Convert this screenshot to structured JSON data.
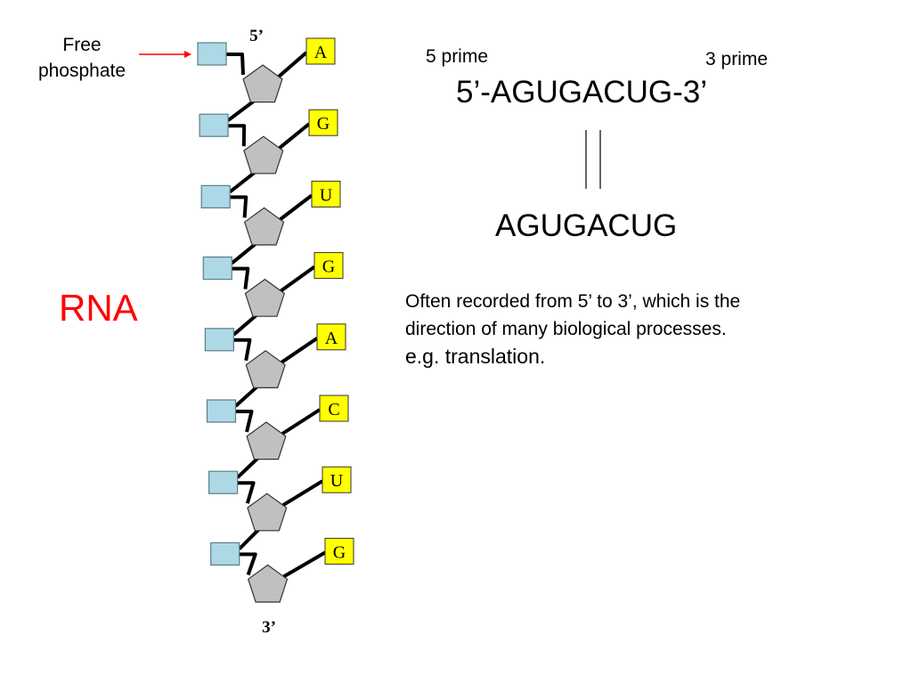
{
  "labels": {
    "free_phosphate_line1": "Free",
    "free_phosphate_line2": "phosphate",
    "end_5": "5’",
    "end_3": "3’",
    "title": "RNA",
    "five_prime": "5 prime",
    "three_prime": "3 prime",
    "sequence_full": "5’-AGUGACUG-3’",
    "sequence_short": "AGUGACUG",
    "note_line1": "Often recorded from 5’ to 3’, which is the",
    "note_line2": "direction of many biological processes.",
    "note_example": "e.g. translation."
  },
  "strand": {
    "bases": [
      "A",
      "G",
      "U",
      "G",
      "A",
      "C",
      "U",
      "G"
    ]
  },
  "colors": {
    "phosphate_fill": "#add8e6",
    "sugar_fill": "#c0c0c0",
    "base_fill": "#ffff00",
    "title": "#ff0000",
    "arrow": "#ff0000",
    "bond": "#000000"
  }
}
